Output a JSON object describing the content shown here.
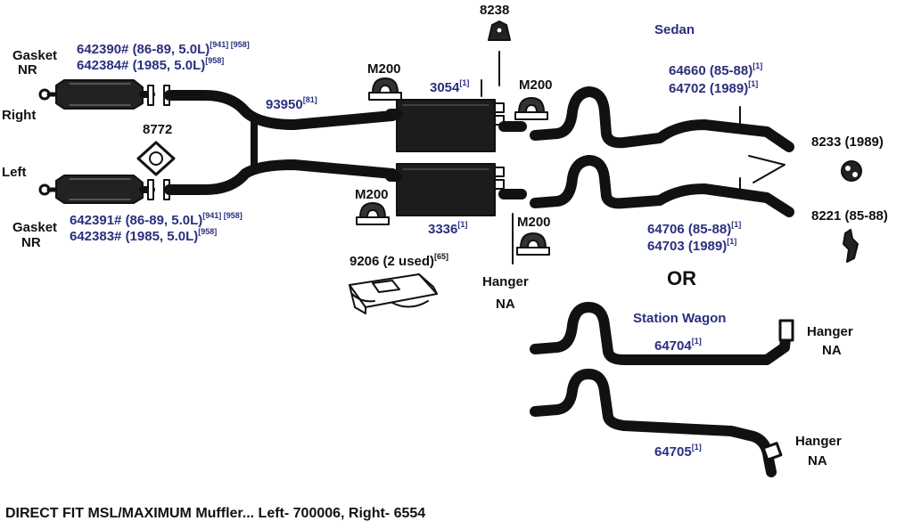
{
  "caption": "DIRECT FIT MSL/MAXIMUM Muffler... Left- 700006, Right- 6554",
  "labels": {
    "gasket_top_1": "Gasket",
    "gasket_top_2": "NR",
    "right": "Right",
    "left": "Left",
    "gasket_bot_1": "Gasket",
    "gasket_bot_2": "NR",
    "cat_r1": "642390# (86-89, 5.0L)",
    "cat_r1_sup": "[941] [958]",
    "cat_r2": "642384# (1985, 5.0L)",
    "cat_r2_sup": "[958]",
    "cat_l1": "642391# (86-89, 5.0L)",
    "cat_l1_sup": "[941] [958]",
    "cat_l2": "642383# (1985, 5.0L)",
    "cat_l2_sup": "[958]",
    "gasket_8772": "8772",
    "pipe_93950": "93950",
    "pipe_93950_sup": "[81]",
    "m200_a": "M200",
    "m200_b": "M200",
    "m200_c": "M200",
    "m200_d": "M200",
    "part_8238": "8238",
    "muffler_top": "3054",
    "muffler_top_sup": "[1]",
    "muffler_bot": "3336",
    "muffler_bot_sup": "[1]",
    "clamp_9206": "9206 (2 used)",
    "clamp_9206_sup": "[65]",
    "hanger_mid_1": "Hanger",
    "hanger_mid_2": "NA",
    "sedan": "Sedan",
    "tail_r1": "64660 (85-88)",
    "tail_r1_sup": "[1]",
    "tail_r2": "64702 (1989)",
    "tail_r2_sup": "[1]",
    "tail_l1": "64706 (85-88)",
    "tail_l1_sup": "[1]",
    "tail_l2": "64703 (1989)",
    "tail_l2_sup": "[1]",
    "tip_8233": "8233 (1989)",
    "tip_8221": "8221 (85-88)",
    "or": "OR",
    "wagon": "Station Wagon",
    "wagon_r": "64704",
    "wagon_r_sup": "[1]",
    "wagon_l": "64705",
    "wagon_l_sup": "[1]",
    "hanger_w1_1": "Hanger",
    "hanger_w1_2": "NA",
    "hanger_w2_1": "Hanger",
    "hanger_w2_2": "NA"
  }
}
